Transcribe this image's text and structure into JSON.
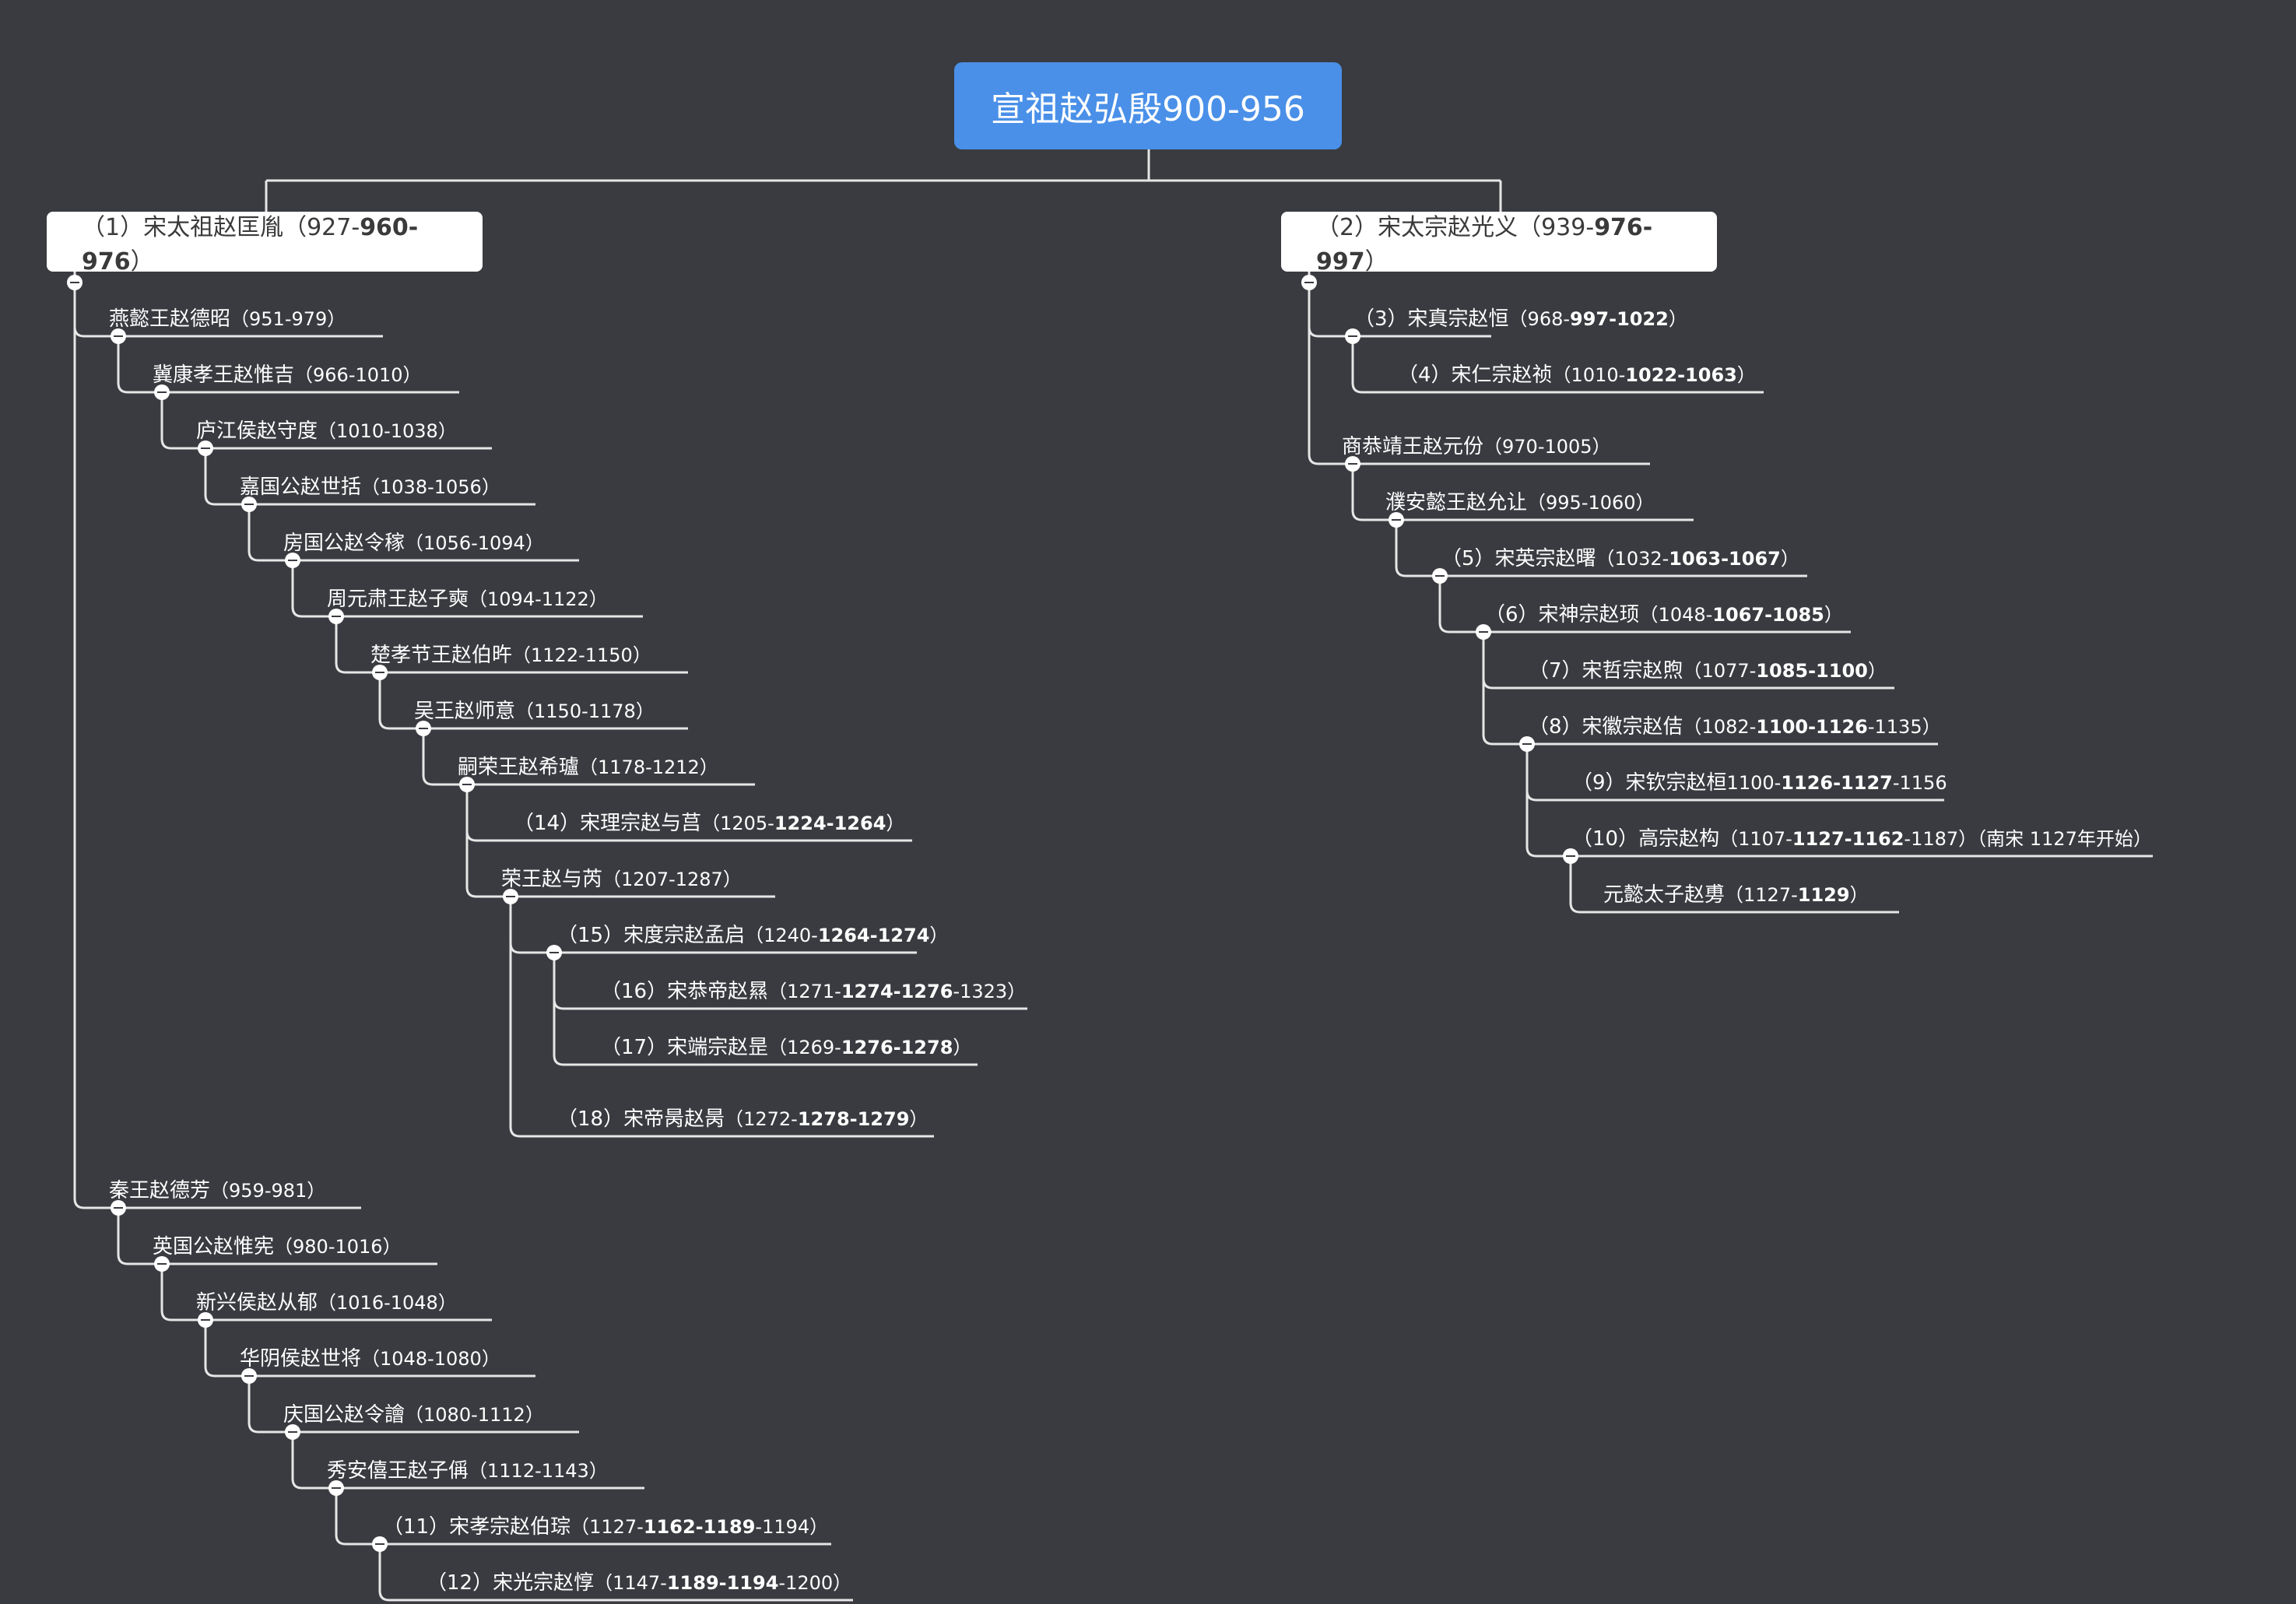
{
  "root": {
    "label": "宣祖赵弘殷900-956"
  },
  "branches": [
    {
      "key": "left",
      "label_main": "（1）宋太祖赵匡胤（927-",
      "label_reign": "960-976",
      "label_tail": "）"
    },
    {
      "key": "right",
      "label_main": "（2）宋太宗赵光义（939-",
      "label_reign": "976-997",
      "label_tail": "）"
    }
  ],
  "nodes": [
    {
      "id": "n1",
      "parent": "left",
      "name": "燕懿王赵德昭",
      "years": [
        {
          "t": "（951-979）"
        }
      ]
    },
    {
      "id": "n2",
      "parent": "n1",
      "name": "冀康孝王赵惟吉",
      "years": [
        {
          "t": "（966-1010）"
        }
      ]
    },
    {
      "id": "n3",
      "parent": "n2",
      "name": "庐江侯赵守度",
      "years": [
        {
          "t": "（1010-1038）"
        }
      ]
    },
    {
      "id": "n4",
      "parent": "n3",
      "name": "嘉国公赵世括",
      "years": [
        {
          "t": "（1038-1056）"
        }
      ]
    },
    {
      "id": "n5",
      "parent": "n4",
      "name": "房国公赵令稼",
      "years": [
        {
          "t": "（1056-1094）"
        }
      ]
    },
    {
      "id": "n6",
      "parent": "n5",
      "name": "周元肃王赵子奭",
      "years": [
        {
          "t": "（1094-1122）"
        }
      ]
    },
    {
      "id": "n7",
      "parent": "n6",
      "name": "楚孝节王赵伯旿",
      "years": [
        {
          "t": "（1122-1150）"
        }
      ]
    },
    {
      "id": "n8",
      "parent": "n7",
      "name": "吴王赵师意",
      "years": [
        {
          "t": "（1150-1178）"
        }
      ]
    },
    {
      "id": "n9",
      "parent": "n8",
      "name": "嗣荣王赵希瓐",
      "years": [
        {
          "t": "（1178-1212）"
        }
      ]
    },
    {
      "id": "n10",
      "parent": "n9",
      "name": "（14）宋理宗赵与莒",
      "years": [
        {
          "t": "（1205-"
        },
        {
          "t": "1224-1264",
          "b": true
        },
        {
          "t": "）"
        }
      ]
    },
    {
      "id": "n11",
      "parent": "n9",
      "name": "荣王赵与芮",
      "years": [
        {
          "t": "（1207-1287）"
        }
      ]
    },
    {
      "id": "n12",
      "parent": "n11",
      "name": "（15）宋度宗赵孟启",
      "years": [
        {
          "t": "（1240-"
        },
        {
          "t": "1264-1274",
          "b": true
        },
        {
          "t": "）"
        }
      ]
    },
    {
      "id": "n13",
      "parent": "n12",
      "name": "（16）宋恭帝赵㬎",
      "years": [
        {
          "t": "（1271-"
        },
        {
          "t": "1274-1276",
          "b": true
        },
        {
          "t": "-1323）"
        }
      ]
    },
    {
      "id": "n14",
      "parent": "n12",
      "name": "（17）宋端宗赵昰",
      "years": [
        {
          "t": "（1269-"
        },
        {
          "t": "1276-1278",
          "b": true
        },
        {
          "t": "）"
        }
      ]
    },
    {
      "id": "n15",
      "parent": "n11",
      "name": "（18）宋帝昺赵昺",
      "years": [
        {
          "t": "（1272-"
        },
        {
          "t": "1278-1279",
          "b": true
        },
        {
          "t": "）"
        }
      ]
    },
    {
      "id": "n16",
      "parent": "left",
      "name": "秦王赵德芳",
      "years": [
        {
          "t": "（959-981）"
        }
      ]
    },
    {
      "id": "n17",
      "parent": "n16",
      "name": "英国公赵惟宪",
      "years": [
        {
          "t": "（980-1016）"
        }
      ]
    },
    {
      "id": "n18",
      "parent": "n17",
      "name": "新兴侯赵从郁",
      "years": [
        {
          "t": "（1016-1048）"
        }
      ]
    },
    {
      "id": "n19",
      "parent": "n18",
      "name": "华阴侯赵世将",
      "years": [
        {
          "t": "（1048-1080）"
        }
      ]
    },
    {
      "id": "n20",
      "parent": "n19",
      "name": "庆国公赵令譮",
      "years": [
        {
          "t": "（1080-1112）"
        }
      ]
    },
    {
      "id": "n21",
      "parent": "n20",
      "name": "秀安僖王赵子偁",
      "years": [
        {
          "t": "（1112-1143）"
        }
      ]
    },
    {
      "id": "n22",
      "parent": "n21",
      "name": "（11）宋孝宗赵伯琮",
      "years": [
        {
          "t": "（1127-"
        },
        {
          "t": "1162-1189",
          "b": true
        },
        {
          "t": "-1194）"
        }
      ]
    },
    {
      "id": "n23",
      "parent": "n22",
      "name": "（12）宋光宗赵惇",
      "years": [
        {
          "t": "（1147-"
        },
        {
          "t": "1189-1194",
          "b": true
        },
        {
          "t": "-1200）"
        }
      ]
    },
    {
      "id": "r1",
      "parent": "right",
      "name": "（3）宋真宗赵恒",
      "years": [
        {
          "t": "（968-"
        },
        {
          "t": "997-1022",
          "b": true
        },
        {
          "t": "）"
        }
      ]
    },
    {
      "id": "r2",
      "parent": "r1",
      "name": "（4）宋仁宗赵祯",
      "years": [
        {
          "t": "（1010-"
        },
        {
          "t": "1022-1063",
          "b": true
        },
        {
          "t": "）"
        }
      ]
    },
    {
      "id": "r3",
      "parent": "right",
      "name": "商恭靖王赵元份",
      "years": [
        {
          "t": "（970-1005）"
        }
      ]
    },
    {
      "id": "r4",
      "parent": "r3",
      "name": "濮安懿王赵允让",
      "years": [
        {
          "t": "（995-1060）"
        }
      ]
    },
    {
      "id": "r5",
      "parent": "r4",
      "name": "（5）宋英宗赵曙",
      "years": [
        {
          "t": "（1032-"
        },
        {
          "t": "1063-1067",
          "b": true
        },
        {
          "t": "）"
        }
      ]
    },
    {
      "id": "r6",
      "parent": "r5",
      "name": "（6）宋神宗赵顼",
      "years": [
        {
          "t": "（1048-"
        },
        {
          "t": "1067-1085",
          "b": true
        },
        {
          "t": "）"
        }
      ]
    },
    {
      "id": "r7",
      "parent": "r6",
      "name": "（7）宋哲宗赵煦",
      "years": [
        {
          "t": "（1077-"
        },
        {
          "t": "1085-1100",
          "b": true
        },
        {
          "t": "）"
        }
      ]
    },
    {
      "id": "r8",
      "parent": "r6",
      "name": "（8）宋徽宗赵佶",
      "years": [
        {
          "t": "（1082-"
        },
        {
          "t": "1100-1126",
          "b": true
        },
        {
          "t": "-1135）"
        }
      ]
    },
    {
      "id": "r9",
      "parent": "r8",
      "name": "（9）宋钦宗赵桓",
      "years": [
        {
          "t": "1100-"
        },
        {
          "t": "1126-1127",
          "b": true
        },
        {
          "t": "-1156"
        }
      ]
    },
    {
      "id": "r10",
      "parent": "r8",
      "name": "（10）高宗赵构",
      "years": [
        {
          "t": "（1107-"
        },
        {
          "t": "1127-1162",
          "b": true
        },
        {
          "t": "-1187）（南宋 1127年开始）"
        }
      ]
    },
    {
      "id": "r11",
      "parent": "r10",
      "name": "元懿太子赵旉",
      "years": [
        {
          "t": "（1127-"
        },
        {
          "t": "1129",
          "b": true
        },
        {
          "t": "）"
        }
      ]
    }
  ]
}
